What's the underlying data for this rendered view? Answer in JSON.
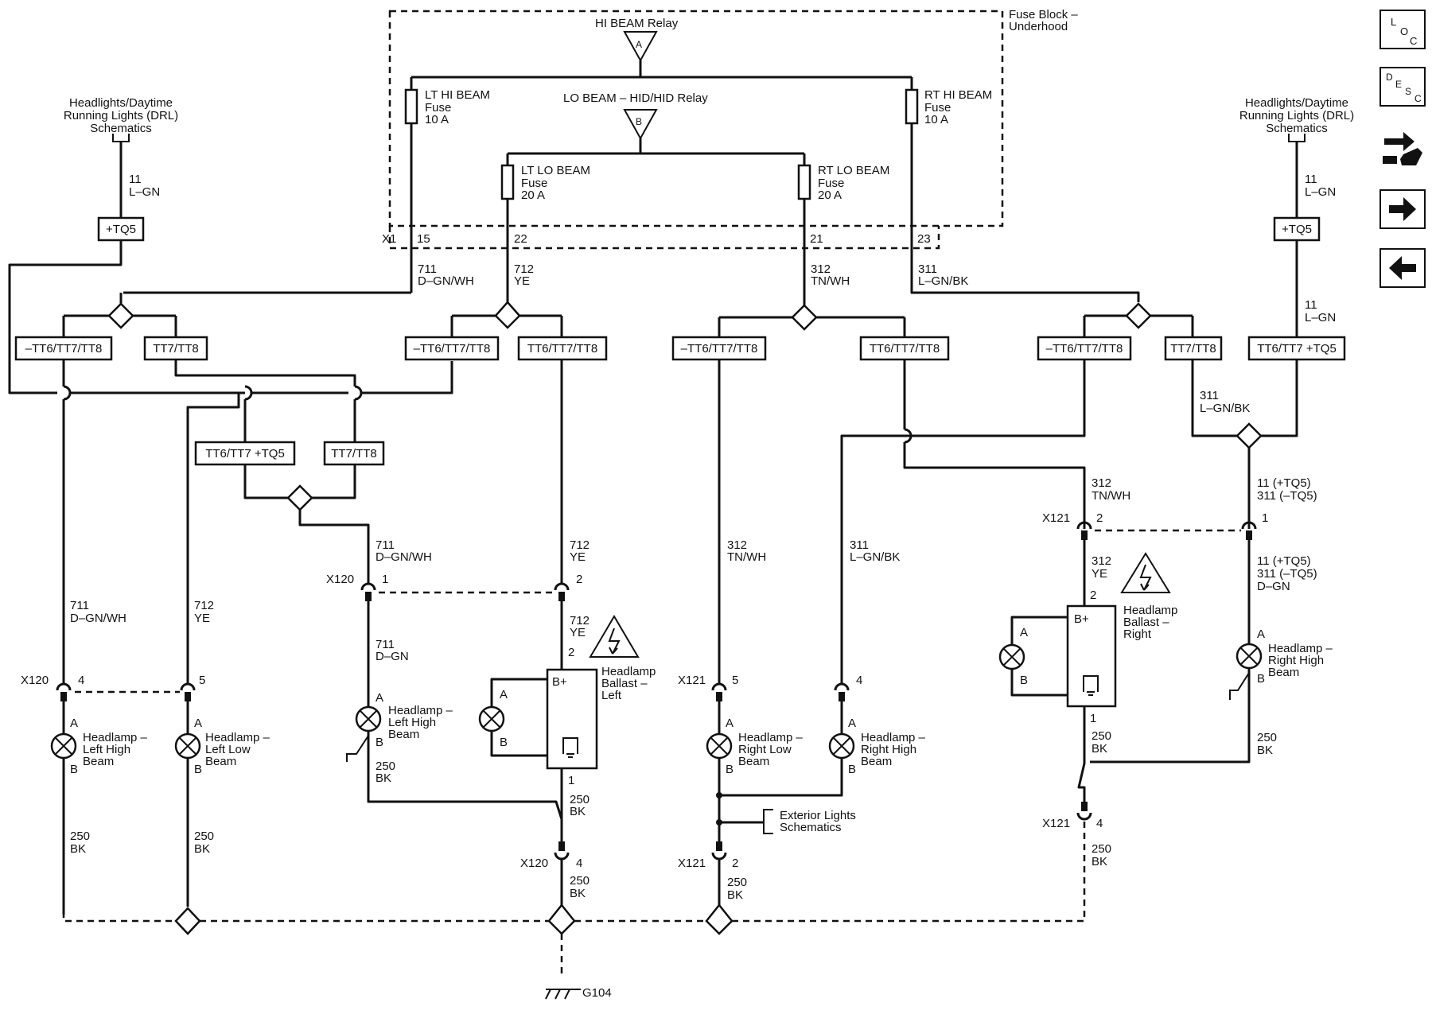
{
  "relays": {
    "hi_beam": "HI BEAM Relay",
    "hi_beam_pin": "A",
    "lo_beam": "LO BEAM – HID/HID Relay",
    "lo_beam_pin": "B"
  },
  "fuse_block": {
    "line1": "Fuse Block –",
    "line2": "Underhood",
    "connector": "X1"
  },
  "fuses": [
    {
      "name": "LT HI BEAM",
      "word": "Fuse",
      "rating": "10 A",
      "pin": "15"
    },
    {
      "name": "LT LO BEAM",
      "word": "Fuse",
      "rating": "20 A",
      "pin": "22"
    },
    {
      "name": "RT LO BEAM",
      "word": "Fuse",
      "rating": "20 A",
      "pin": "21"
    },
    {
      "name": "RT HI BEAM",
      "word": "Fuse",
      "rating": "10 A",
      "pin": "23"
    }
  ],
  "drl_ref": {
    "line1": "Headlights/Daytime",
    "line2": "Running Lights (DRL)",
    "line3": "Schematics"
  },
  "wires": {
    "w11": "11",
    "lgn": "L–GN",
    "w711": "711",
    "dgnwh": "D–GN/WH",
    "dgn": "D–GN",
    "w712": "712",
    "ye": "YE",
    "w312": "312",
    "tnwh": "TN/WH",
    "w311": "311",
    "lgnbk": "L–GN/BK",
    "w250": "250",
    "bk": "BK",
    "w11_tq5": "11 (+TQ5)",
    "w311_tq5": "311 (–TQ5)"
  },
  "options": {
    "tq5": "+TQ5",
    "not_tt678": "–TT6/TT7/TT8",
    "tt78": "TT7/TT8",
    "tt678": "TT6/TT7/TT8",
    "tt67_tq5": "TT6/TT7 +TQ5"
  },
  "connectors": {
    "x120": "X120",
    "x121": "X121",
    "p1": "1",
    "p2": "2",
    "p4": "4",
    "p5": "5"
  },
  "pins": {
    "a": "A",
    "b": "B",
    "bplus": "B+",
    "one": "1",
    "two": "2"
  },
  "components": {
    "lamp_lhb": [
      "Headlamp –",
      "Left High",
      "Beam"
    ],
    "lamp_llb": [
      "Headlamp –",
      "Left Low",
      "Beam"
    ],
    "lamp_rlb": [
      "Headlamp –",
      "Right Low",
      "Beam"
    ],
    "lamp_rhb": [
      "Headlamp –",
      "Right High",
      "Beam"
    ],
    "ballast_left": [
      "Headlamp",
      "Ballast –",
      "Left"
    ],
    "ballast_right": [
      "Headlamp",
      "Ballast –",
      "Right"
    ]
  },
  "ext_lights": {
    "line1": "Exterior Lights",
    "line2": "Schematics"
  },
  "ground": "G104",
  "sidebar": {
    "loc": [
      "L",
      "O",
      "C"
    ],
    "desc": [
      "D",
      "E",
      "S",
      "C"
    ]
  }
}
